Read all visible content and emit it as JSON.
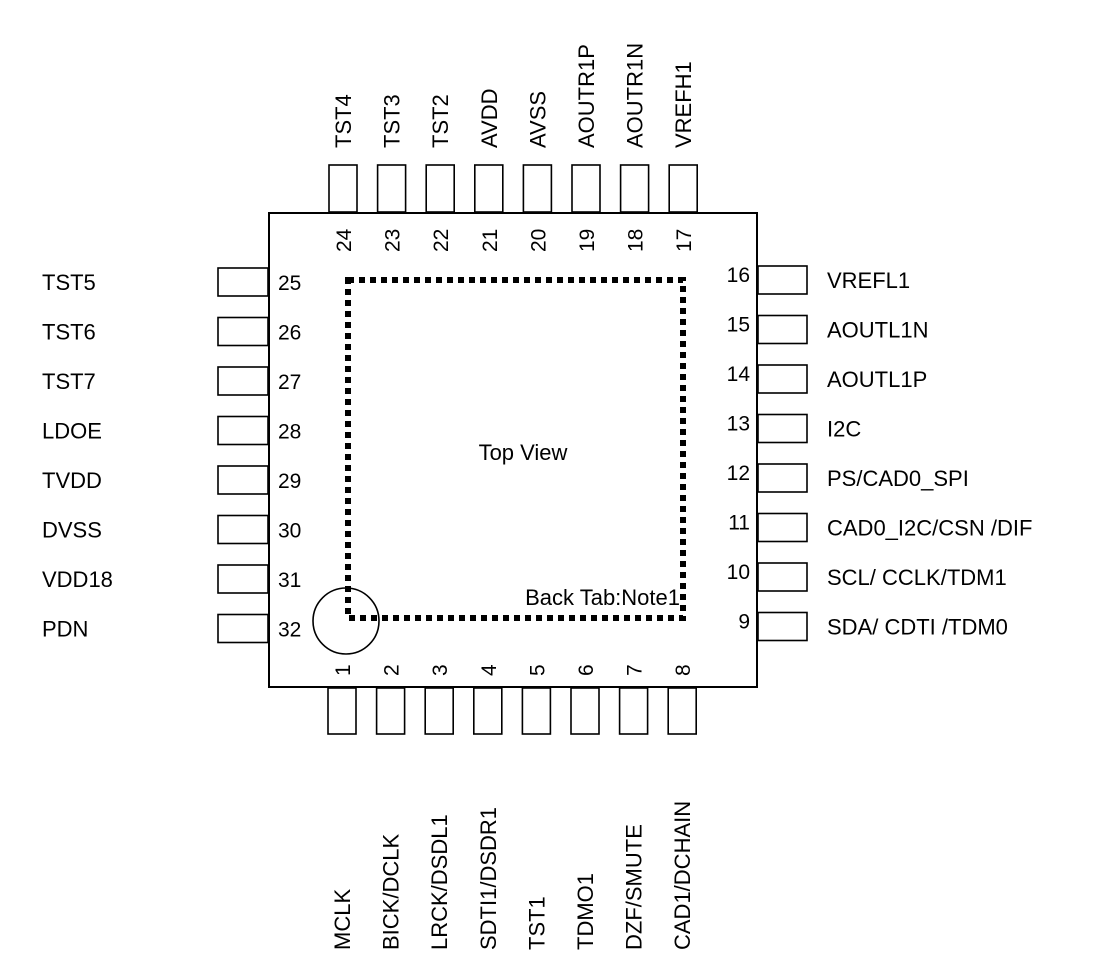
{
  "center_label": "Top View",
  "back_tab_label": "Back Tab:Note1",
  "pins": {
    "top": [
      {
        "num": "24",
        "name": "TST4"
      },
      {
        "num": "23",
        "name": "TST3"
      },
      {
        "num": "22",
        "name": "TST2"
      },
      {
        "num": "21",
        "name": "AVDD"
      },
      {
        "num": "20",
        "name": "AVSS"
      },
      {
        "num": "19",
        "name": "AOUTR1P"
      },
      {
        "num": "18",
        "name": "AOUTR1N"
      },
      {
        "num": "17",
        "name": "VREFH1"
      }
    ],
    "left": [
      {
        "num": "25",
        "name": "TST5"
      },
      {
        "num": "26",
        "name": "TST6"
      },
      {
        "num": "27",
        "name": "TST7"
      },
      {
        "num": "28",
        "name": "LDOE"
      },
      {
        "num": "29",
        "name": "TVDD"
      },
      {
        "num": "30",
        "name": "DVSS"
      },
      {
        "num": "31",
        "name": "VDD18"
      },
      {
        "num": "32",
        "name": "PDN"
      }
    ],
    "right": [
      {
        "num": "16",
        "name": "VREFL1"
      },
      {
        "num": "15",
        "name": "AOUTL1N"
      },
      {
        "num": "14",
        "name": "AOUTL1P"
      },
      {
        "num": "13",
        "name": "I2C"
      },
      {
        "num": "12",
        "name": "PS/CAD0_SPI"
      },
      {
        "num": "11",
        "name": "CAD0_I2C/CSN /DIF"
      },
      {
        "num": "10",
        "name": "SCL/ CCLK/TDM1"
      },
      {
        "num": "9",
        "name": "SDA/ CDTI /TDM0"
      }
    ],
    "bottom": [
      {
        "num": "1",
        "name": "MCLK"
      },
      {
        "num": "2",
        "name": "BICK/DCLK"
      },
      {
        "num": "3",
        "name": "LRCK/DSDL1"
      },
      {
        "num": "4",
        "name": "SDTI1/DSDR1"
      },
      {
        "num": "5",
        "name": "TST1"
      },
      {
        "num": "6",
        "name": "TDMO1"
      },
      {
        "num": "7",
        "name": "DZF/SMUTE"
      },
      {
        "num": "8",
        "name": "CAD1/DCHAIN"
      }
    ]
  }
}
